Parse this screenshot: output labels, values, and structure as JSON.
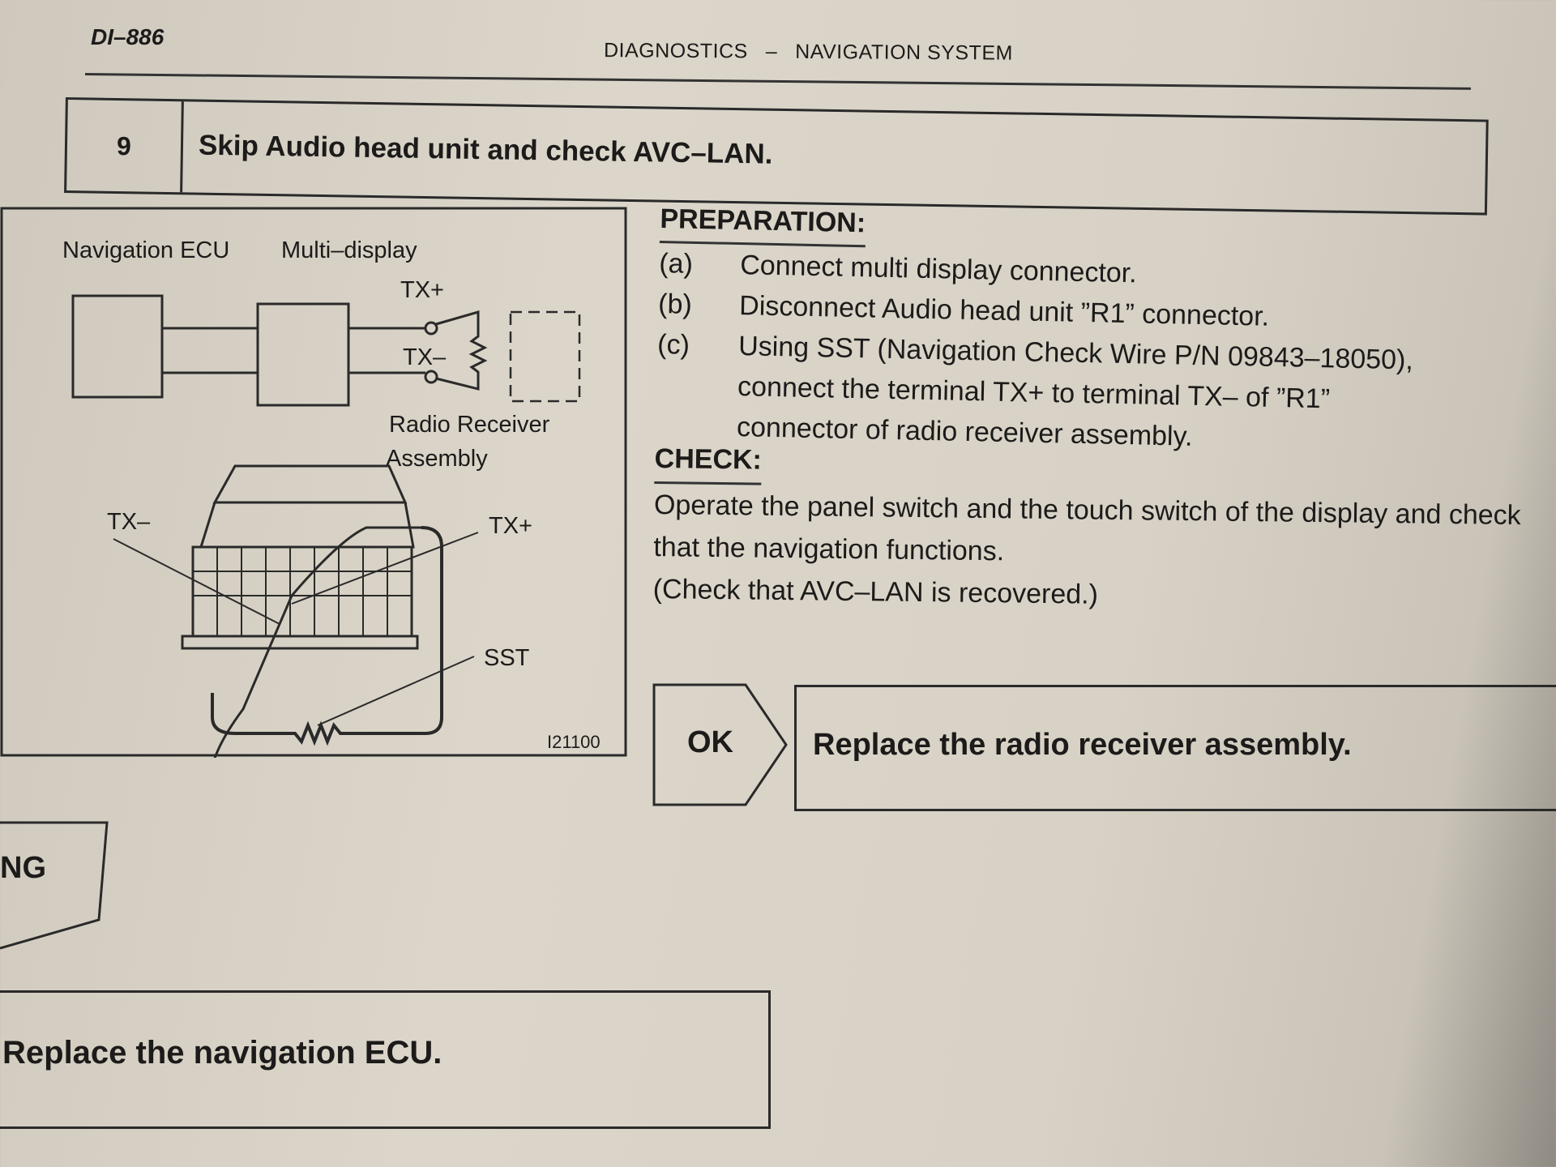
{
  "page_id": "DI–886",
  "header": {
    "section": "DIAGNOSTICS",
    "separator": "–",
    "system": "NAVIGATION SYSTEM"
  },
  "step": {
    "number": "9",
    "title": "Skip Audio head unit and check AVC–LAN."
  },
  "diagram": {
    "label_nav_ecu": "Navigation ECU",
    "label_multi_display": "Multi–display",
    "label_tx_plus_top": "TX+",
    "label_tx_minus_top": "TX–",
    "label_radio_1": "Radio Receiver",
    "label_radio_2": "Assembly",
    "label_tx_minus": "TX–",
    "label_tx_plus": "TX+",
    "label_sst": "SST",
    "figure_id": "I21100"
  },
  "preparation": {
    "heading": "PREPARATION:",
    "items": [
      {
        "label": "(a)",
        "text": "Connect multi display connector."
      },
      {
        "label": "(b)",
        "text": "Disconnect Audio head unit ”R1” connector."
      },
      {
        "label": "(c)",
        "text": "Using SST (Navigation Check Wire P/N 09843–18050), connect the terminal TX+ to terminal TX– of ”R1” connector of radio receiver assembly."
      }
    ]
  },
  "check": {
    "heading": "CHECK:",
    "text": "Operate the panel switch and the touch switch of the display and check that the navigation functions.",
    "note": "(Check that AVC–LAN is recovered.)"
  },
  "ok": {
    "label": "OK",
    "result": "Replace the radio receiver assembly."
  },
  "ng": {
    "label": "NG",
    "result": "Replace the navigation ECU."
  }
}
